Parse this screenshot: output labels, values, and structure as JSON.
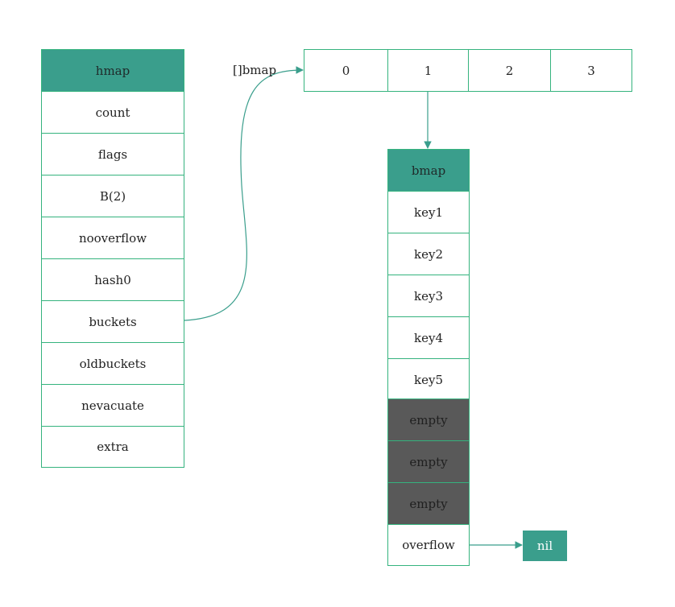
{
  "hmap": {
    "header": "hmap",
    "fields": [
      "count",
      "flags",
      "B(2)",
      "nooverflow",
      "hash0",
      "buckets",
      "oldbuckets",
      "nevacuate",
      "extra"
    ]
  },
  "buckets_array": {
    "label": "[]bmap",
    "cells": [
      "0",
      "1",
      "2",
      "3"
    ]
  },
  "bmap": {
    "header": "bmap",
    "keys": [
      "key1",
      "key2",
      "key3",
      "key4",
      "key5"
    ],
    "empty": [
      "empty",
      "empty",
      "empty"
    ],
    "overflow": "overflow"
  },
  "nil_box": "nil",
  "colors": {
    "header_fill": "#3a9e8c",
    "border": "#35b37e",
    "empty_fill": "#595959",
    "arrow": "#3a9e8c"
  }
}
